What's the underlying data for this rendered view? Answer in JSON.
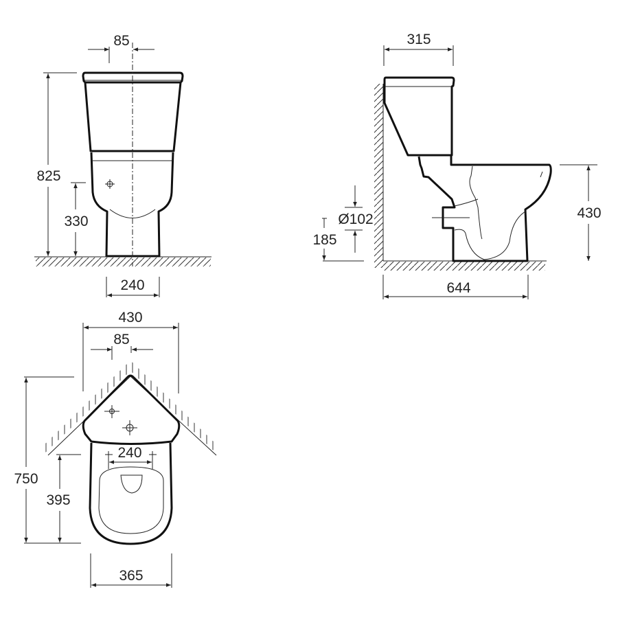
{
  "front_view": {
    "dim_flush_offset": "85",
    "dim_total_height": "825",
    "dim_inlet_height": "330",
    "dim_base_width": "240"
  },
  "side_view": {
    "dim_tank_depth": "315",
    "dim_seat_height": "430",
    "dim_outlet_diameter": "Ø102",
    "dim_outlet_height": "185",
    "dim_total_depth": "644"
  },
  "top_view": {
    "dim_corner_width": "430",
    "dim_flush_offset": "85",
    "dim_total_length": "750",
    "dim_bowl_length": "395",
    "dim_fixing_spacing": "240",
    "dim_bowl_width": "365"
  },
  "colors": {
    "line": "#111111",
    "background": "#ffffff"
  }
}
